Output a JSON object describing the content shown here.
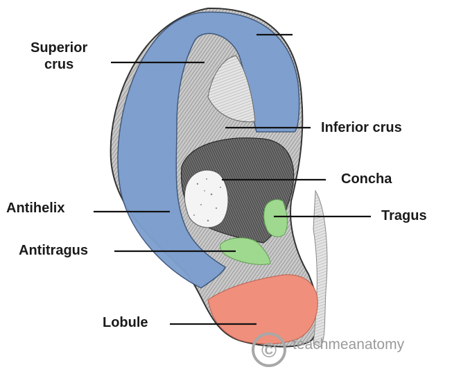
{
  "diagram": {
    "labels": {
      "superior_crus_line1": "Superior",
      "superior_crus_line2": "crus",
      "inferior_crus": "Inferior crus",
      "concha": "Concha",
      "antihelix": "Antihelix",
      "tragus": "Tragus",
      "antitragus": "Antitragus",
      "lobule": "Lobule"
    },
    "region_colors": {
      "helix_antihelix": "#7d9fcf",
      "tragus_antitragus": "#9fd88f",
      "lobule": "#ef8f7c",
      "cartilage_shading": "#9a9a9a"
    }
  },
  "watermark": {
    "text": "teachmeanatomy",
    "symbol": "©",
    "icon": "copyright-icon"
  }
}
